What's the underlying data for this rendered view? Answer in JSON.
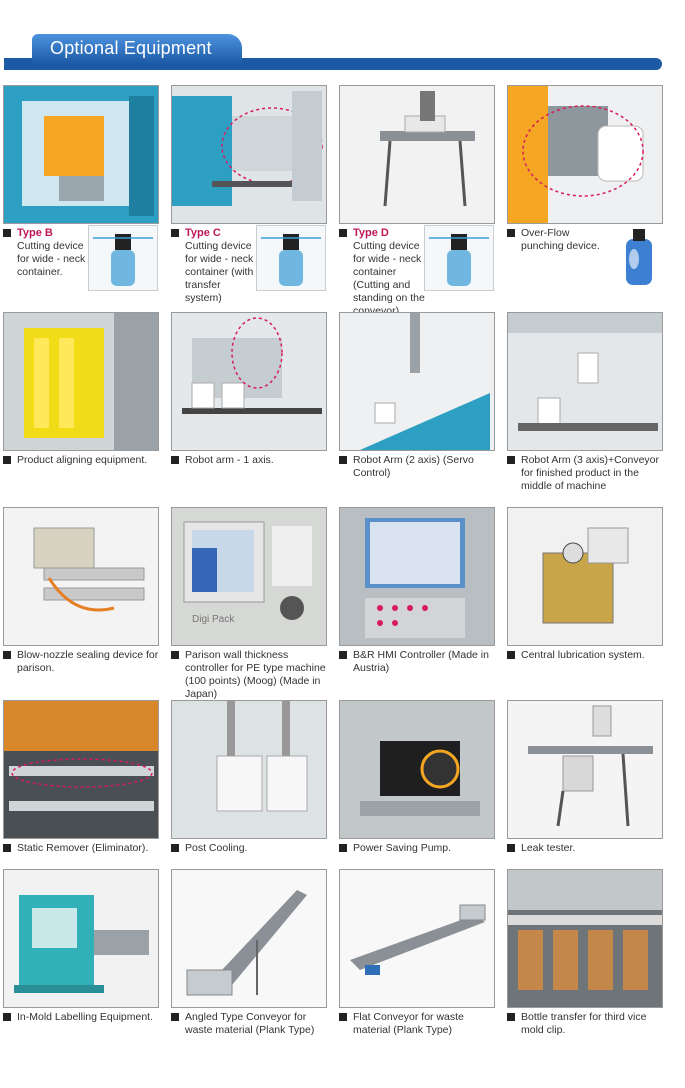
{
  "header": {
    "title": "Optional Equipment"
  },
  "row1": [
    {
      "type": "Type B",
      "desc": "Cutting device for wide - neck container."
    },
    {
      "type": "Type C",
      "desc": "Cutting device for wide - neck container (with transfer system)"
    },
    {
      "type": "Type D",
      "desc": "Cutting device for wide - neck container (Cutting and standing on the conveyor)"
    },
    {
      "type": "",
      "desc": "Over-Flow punching device."
    }
  ],
  "items": [
    "Product aligning equipment.",
    "Robot arm - 1 axis.",
    "Robot Arm (2 axis) (Servo Control)",
    "Robot Arm (3 axis)+Conveyor for finished product in the middle of machine",
    "Blow-nozzle sealing device for parison.",
    "Parison wall thickness controller for PE type machine (100 points) (Moog) (Made in Japan)",
    "B&R HMI Controller (Made in Austria)",
    "Central lubrication system.",
    "Static Remover (Eliminator).",
    "Post Cooling.",
    "Power Saving Pump.",
    "Leak tester.",
    "In-Mold Labelling Equipment.",
    "Angled Type Conveyor for waste material (Plank Type)",
    "Flat Conveyor for waste material (Plank Type)",
    "Bottle transfer for third vice mold clip."
  ],
  "screen_text": {
    "brand": "Digi Pack"
  }
}
